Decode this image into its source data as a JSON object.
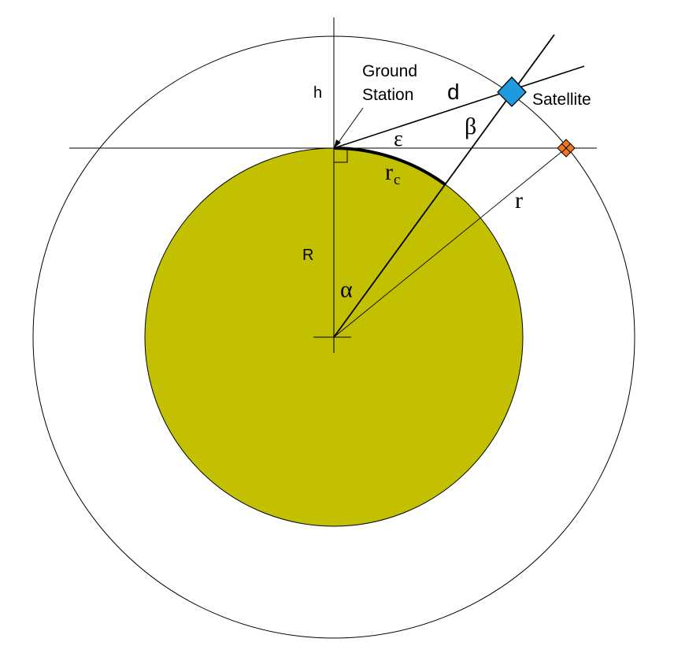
{
  "labels": {
    "ground_station_line1": "Ground",
    "ground_station_line2": "Station",
    "satellite": "Satellite",
    "h": "h",
    "d": "d",
    "epsilon": "ε",
    "beta": "β",
    "r_c_base": "r",
    "r_c_sub": "c",
    "r": "r",
    "R": "R",
    "alpha": "α"
  },
  "colors": {
    "earth_fill": "#c2c000",
    "satellite_fill": "#1e9be0",
    "reference_point_fill": "#f07820",
    "line": "#000000"
  }
}
